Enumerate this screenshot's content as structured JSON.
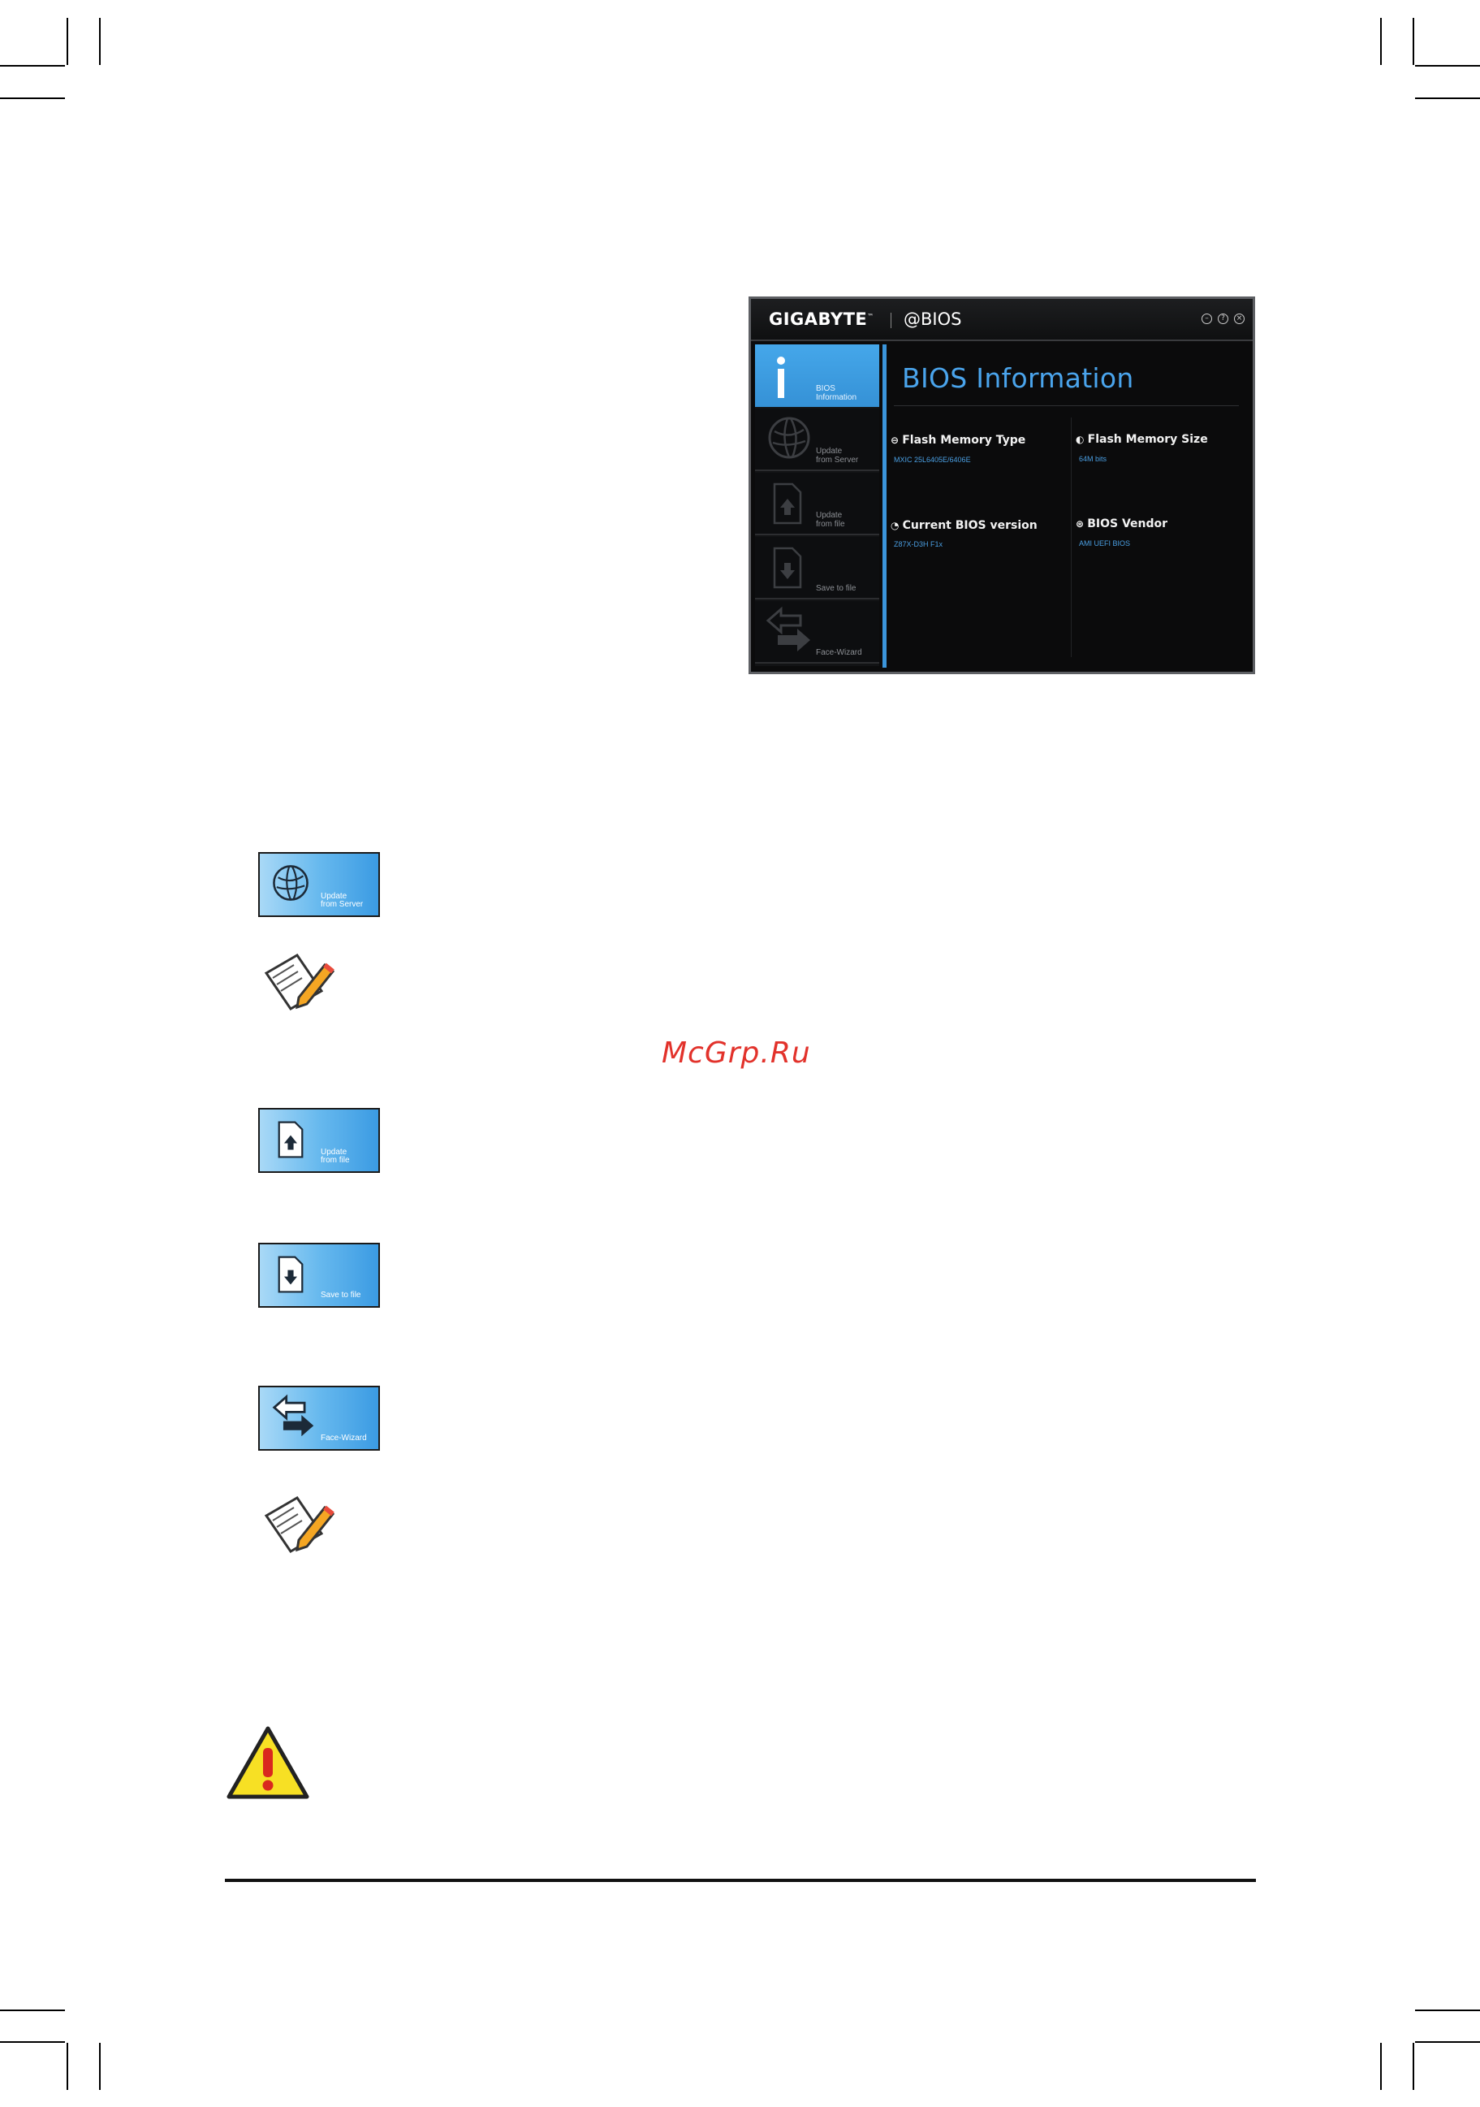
{
  "bios_window": {
    "brand": "GIGABYTE",
    "brand_tm": "™",
    "app_title": "@BIOS",
    "window_buttons": [
      "minimize-icon",
      "help-icon",
      "close-icon"
    ],
    "sidebar": [
      {
        "label_line1": "BIOS",
        "label_line2": "Information",
        "icon": "info-icon",
        "active": true
      },
      {
        "label_line1": "Update",
        "label_line2": "from Server",
        "icon": "globe-icon",
        "active": false
      },
      {
        "label_line1": "Update",
        "label_line2": "from file",
        "icon": "file-upload-icon",
        "active": false
      },
      {
        "label_line1": "",
        "label_line2": "Save to file",
        "icon": "file-download-icon",
        "active": false
      },
      {
        "label_line1": "",
        "label_line2": "Face-Wizard",
        "icon": "swap-arrows-icon",
        "active": false
      }
    ],
    "content_title": "BIOS Information",
    "info": {
      "flash_type_label": "Flash Memory Type",
      "flash_type_value": "MXIC 25L6405E/6406E",
      "flash_size_label": "Flash Memory Size",
      "flash_size_value": "64M bits",
      "bios_version_label": "Current BIOS version",
      "bios_version_value": "Z87X-D3H F1x",
      "bios_vendor_label": "BIOS Vendor",
      "bios_vendor_value": "AMI UEFI BIOS"
    }
  },
  "buttons": {
    "update_server": {
      "line1": "Update",
      "line2": "from Server"
    },
    "update_file": {
      "line1": "Update",
      "line2": "from file"
    },
    "save_file": {
      "line1": "",
      "line2": "Save to file"
    },
    "face_wizard": {
      "line1": "",
      "line2": "Face-Wizard"
    }
  },
  "watermark": "McGrp.Ru",
  "colors": {
    "accent_blue": "#3b95db",
    "watermark_red": "#e2322b",
    "warning_yellow": "#f7e024"
  }
}
